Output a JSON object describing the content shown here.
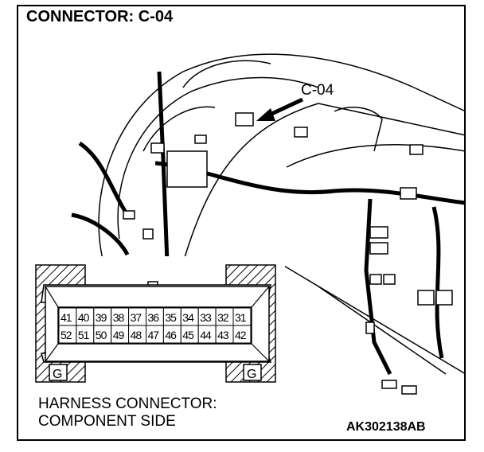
{
  "title": "CONNECTOR: C-04",
  "callout_label": "C-04",
  "caption_line1": "HARNESS CONNECTOR:",
  "caption_line2": "COMPONENT SIDE",
  "figure_code": "AK302138AB",
  "connector": {
    "top_row": [
      "41",
      "40",
      "39",
      "38",
      "37",
      "36",
      "35",
      "34",
      "33",
      "32",
      "31"
    ],
    "bottom_row": [
      "52",
      "51",
      "50",
      "49",
      "48",
      "47",
      "46",
      "45",
      "44",
      "43",
      "42"
    ],
    "ground_left": "G",
    "ground_right": "G"
  }
}
